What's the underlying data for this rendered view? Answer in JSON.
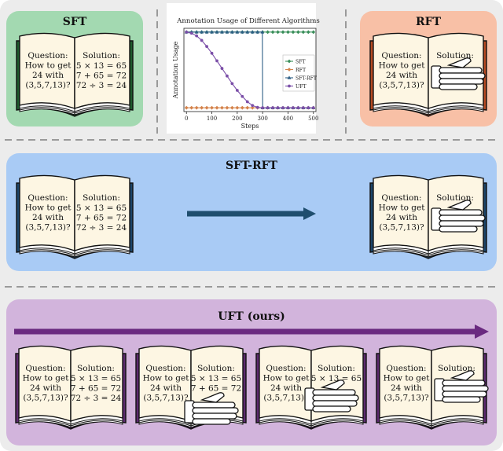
{
  "panels": {
    "sft": {
      "title": "SFT",
      "color": "#a3d9b1"
    },
    "rft": {
      "title": "RFT",
      "color": "#f8c0a6"
    },
    "sft_rft": {
      "title": "SFT-RFT",
      "color": "#a9cbf5"
    },
    "uft": {
      "title": "UFT (ours)",
      "color": "#d2b4dc"
    }
  },
  "book": {
    "question_lines": [
      "Question:",
      "How to get",
      "24 with",
      "(3,5,7,13)?"
    ],
    "solution_header": "Solution:",
    "solution_lines": [
      "5 × 13 = 65",
      "7 + 65 = 72",
      "72 ÷ 3 = 24"
    ]
  },
  "colors": {
    "sft_book": "#1e5a2c",
    "rft_book": "#b54a22",
    "sft_rft_book": "#1c4569",
    "uft_book": "#5c2a6e",
    "sft_rft_arrow": "#1f4e6e",
    "uft_arrow": "#6a2a80"
  },
  "chart_data": {
    "type": "line",
    "title": "Annotation Usage of Different Algorithms",
    "xlabel": "Steps",
    "ylabel": "Annotation Usage",
    "xlim": [
      -10,
      510
    ],
    "ylim": [
      -0.05,
      1.05
    ],
    "xticks": [
      0,
      100,
      200,
      300,
      400,
      500
    ],
    "legend_position": "right",
    "grid": false,
    "series": [
      {
        "name": "SFT",
        "color": "#3a8f5a",
        "marker": "diamond",
        "x": [
          0,
          20,
          40,
          60,
          80,
          100,
          120,
          140,
          160,
          180,
          200,
          220,
          240,
          260,
          280,
          300,
          320,
          340,
          360,
          380,
          400,
          420,
          440,
          460,
          480,
          500
        ],
        "y": [
          1,
          1,
          1,
          1,
          1,
          1,
          1,
          1,
          1,
          1,
          1,
          1,
          1,
          1,
          1,
          1,
          1,
          1,
          1,
          1,
          1,
          1,
          1,
          1,
          1,
          1
        ]
      },
      {
        "name": "RFT",
        "color": "#d4824a",
        "marker": "diamond",
        "x": [
          0,
          20,
          40,
          60,
          80,
          100,
          120,
          140,
          160,
          180,
          200,
          220,
          240,
          260,
          280,
          300,
          320,
          340,
          360,
          380,
          400,
          420,
          440,
          460,
          480,
          500
        ],
        "y": [
          0,
          0,
          0,
          0,
          0,
          0,
          0,
          0,
          0,
          0,
          0,
          0,
          0,
          0,
          0,
          0,
          0,
          0,
          0,
          0,
          0,
          0,
          0,
          0,
          0,
          0
        ]
      },
      {
        "name": "SFT-RFT",
        "color": "#2e5f86",
        "marker": "triangle",
        "x": [
          0,
          20,
          40,
          60,
          80,
          100,
          120,
          140,
          160,
          180,
          200,
          220,
          240,
          260,
          280,
          299,
          300,
          320,
          340,
          360,
          380,
          400,
          420,
          440,
          460,
          480,
          500
        ],
        "y": [
          1,
          1,
          1,
          1,
          1,
          1,
          1,
          1,
          1,
          1,
          1,
          1,
          1,
          1,
          1,
          1,
          0,
          0,
          0,
          0,
          0,
          0,
          0,
          0,
          0,
          0,
          0
        ]
      },
      {
        "name": "UFT",
        "color": "#7b4fa8",
        "marker": "circle",
        "x": [
          0,
          20,
          40,
          60,
          80,
          100,
          120,
          140,
          160,
          180,
          200,
          220,
          240,
          260,
          280,
          300,
          320,
          340,
          360,
          380,
          400,
          420,
          440,
          460,
          480,
          500
        ],
        "y": [
          1.0,
          0.985,
          0.95,
          0.89,
          0.81,
          0.72,
          0.62,
          0.52,
          0.42,
          0.32,
          0.23,
          0.15,
          0.08,
          0.03,
          0.005,
          0,
          0,
          0,
          0,
          0,
          0,
          0,
          0,
          0,
          0,
          0
        ]
      }
    ]
  }
}
